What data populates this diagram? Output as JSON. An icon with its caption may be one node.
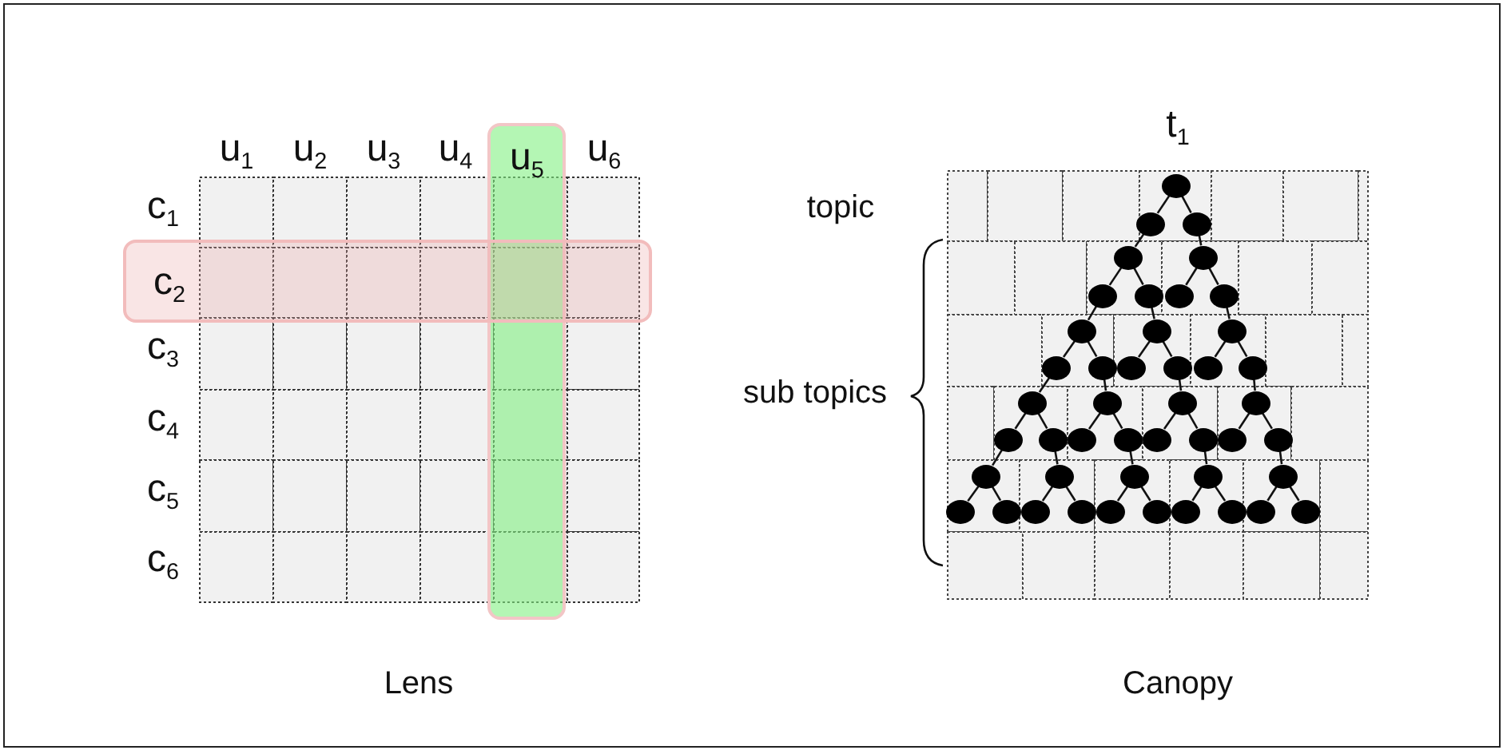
{
  "diagram": {
    "nodes": [
      {
        "text": [
          "u$_{5}$"
        ]
      },
      {
        "text": [
          "c$_{2}$"
        ]
      },
      {
        "text": [],
        "shape": "circle"
      },
      {
        "text": [],
        "shape": "circle"
      },
      {
        "text": [],
        "shape": "circle"
      },
      {
        "text": [],
        "shape": "circle"
      },
      {
        "text": [],
        "shape": "circle"
      },
      {
        "text": [],
        "shape": "circle"
      },
      {
        "text": [],
        "shape": "circle"
      },
      {
        "text": [],
        "shape": "circle"
      },
      {
        "text": [],
        "shape": "circle"
      },
      {
        "text": [],
        "shape": "circle"
      },
      {
        "text": [],
        "shape": "circle"
      },
      {
        "text": [],
        "shape": "circle"
      },
      {
        "text": [],
        "shape": "circle"
      },
      {
        "text": [],
        "shape": "circle"
      },
      {
        "text": [],
        "shape": "circle"
      },
      {
        "text": [],
        "shape": "circle"
      },
      {
        "text": [],
        "shape": "circle"
      },
      {
        "text": [],
        "shape": "circle"
      },
      {
        "text": [],
        "shape": "circle"
      },
      {
        "text": [],
        "shape": "circle"
      },
      {
        "text": [],
        "shape": "circle"
      },
      {
        "text": [],
        "shape": "circle"
      },
      {
        "text": [],
        "shape": "circle"
      },
      {
        "text": [],
        "shape": "circle"
      },
      {
        "text": [],
        "shape": "circle"
      },
      {
        "text": [],
        "shape": "circle"
      },
      {
        "text": [],
        "shape": "circle"
      },
      {
        "text": [],
        "shape": "circle"
      },
      {
        "text": [],
        "shape": "circle"
      },
      {
        "text": [],
        "shape": "circle"
      },
      {
        "text": [],
        "shape": "circle"
      },
      {
        "text": [],
        "shape": "circle"
      },
      {
        "text": [],
        "shape": "circle"
      },
      {
        "text": [],
        "shape": "circle"
      },
      {
        "text": [],
        "shape": "circle"
      },
      {
        "text": [],
        "shape": "circle"
      },
      {
        "text": [],
        "shape": "circle"
      },
      {
        "text": [],
        "shape": "circle"
      },
      {
        "text": [],
        "shape": "circle"
      },
      {
        "text": [],
        "shape": "circle"
      },
      {
        "text": [],
        "shape": "circle"
      },
      {
        "text": [],
        "shape": "circle"
      },
      {
        "text": [],
        "shape": "circle"
      },
      {
        "text": [],
        "shape": "circle"
      },
      {
        "text": [],
        "shape": "circle"
      }
    ],
    "edges": [
      {
        "from": 2,
        "to": 3,
        "arrow": "none"
      },
      {
        "from": 2,
        "to": 4,
        "arrow": "none"
      },
      {
        "from": 3,
        "to": 5,
        "arrow": "none"
      },
      {
        "from": 4,
        "to": 6,
        "arrow": "none"
      },
      {
        "from": 5,
        "to": 7,
        "arrow": "none"
      },
      {
        "from": 5,
        "to": 8,
        "arrow": "none"
      },
      {
        "from": 6,
        "to": 9,
        "arrow": "none"
      },
      {
        "from": 6,
        "to": 10,
        "arrow": "none"
      },
      {
        "from": 7,
        "to": 11,
        "arrow": "none"
      },
      {
        "from": 8,
        "to": 12,
        "arrow": "none"
      },
      {
        "from": 10,
        "to": 13,
        "arrow": "none"
      },
      {
        "from": 11,
        "to": 14,
        "arrow": "none"
      },
      {
        "from": 11,
        "to": 15,
        "arrow": "none"
      },
      {
        "from": 12,
        "to": 16,
        "arrow": "none"
      },
      {
        "from": 12,
        "to": 17,
        "arrow": "none"
      },
      {
        "from": 13,
        "to": 18,
        "arrow": "none"
      },
      {
        "from": 13,
        "to": 19,
        "arrow": "none"
      },
      {
        "from": 14,
        "to": 20,
        "arrow": "none"
      },
      {
        "from": 15,
        "to": 21,
        "arrow": "none"
      },
      {
        "from": 17,
        "to": 22,
        "arrow": "none"
      },
      {
        "from": 19,
        "to": 23,
        "arrow": "none"
      },
      {
        "from": 20,
        "to": 24,
        "arrow": "none"
      },
      {
        "from": 20,
        "to": 25,
        "arrow": "none"
      },
      {
        "from": 21,
        "to": 26,
        "arrow": "none"
      },
      {
        "from": 21,
        "to": 27,
        "arrow": "none"
      },
      {
        "from": 22,
        "to": 28,
        "arrow": "none"
      },
      {
        "from": 22,
        "to": 29,
        "arrow": "none"
      },
      {
        "from": 23,
        "to": 30,
        "arrow": "none"
      },
      {
        "from": 23,
        "to": 31,
        "arrow": "none"
      },
      {
        "from": 24,
        "to": 32,
        "arrow": "none"
      },
      {
        "from": 25,
        "to": 33,
        "arrow": "none"
      },
      {
        "from": 27,
        "to": 34,
        "arrow": "none"
      },
      {
        "from": 29,
        "to": 35,
        "arrow": "none"
      },
      {
        "from": 31,
        "to": 36,
        "arrow": "none"
      },
      {
        "from": 32,
        "to": 37,
        "arrow": "none"
      },
      {
        "from": 32,
        "to": 38,
        "arrow": "none"
      },
      {
        "from": 33,
        "to": 39,
        "arrow": "none"
      },
      {
        "from": 33,
        "to": 40,
        "arrow": "none"
      },
      {
        "from": 34,
        "to": 41,
        "arrow": "none"
      },
      {
        "from": 34,
        "to": 42,
        "arrow": "none"
      },
      {
        "from": 35,
        "to": 43,
        "arrow": "none"
      },
      {
        "from": 35,
        "to": 44,
        "arrow": "none"
      },
      {
        "from": 36,
        "to": 45,
        "arrow": "none"
      },
      {
        "from": 36,
        "to": 46,
        "arrow": "none"
      }
    ],
    "labels": [
      "u$_{1}$",
      "u$_{2}$",
      "u$_{3}$",
      "u$_{4}$",
      "u$_{6}$",
      "t$_{1}$",
      "c$_{1}$",
      "topic",
      "c$_{3}$",
      "sub topics",
      "c$_{4}$",
      "c$_{5}$",
      "c$_{6}$",
      "Lens",
      "Canopy"
    ]
  }
}
